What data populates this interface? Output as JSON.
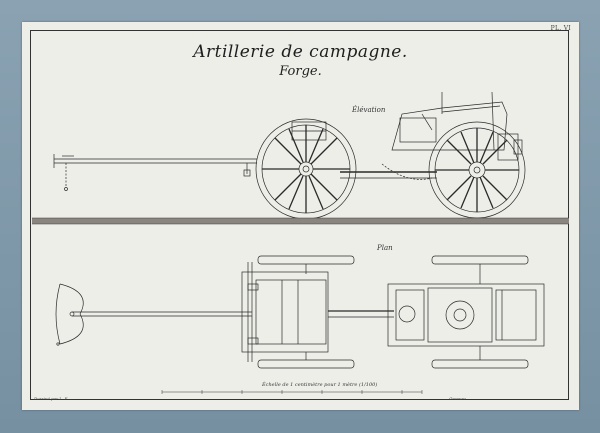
{
  "plate": {
    "number": "PL. VI",
    "title": "Artillerie de campagne.",
    "subtitle": "Forge.",
    "elevation_label": "Élévation",
    "plan_label": "Plan",
    "scale_caption": "Échelle de 1 centimètre pour 1 mètre (1/100)",
    "footer_left": "Dessiné par L. E. ...",
    "footer_right": "... Gravure"
  },
  "colors": {
    "mount": "#7f98a8",
    "paper": "#eeeee9",
    "ink": "#2a2a2a",
    "ground": "#8b8580"
  }
}
